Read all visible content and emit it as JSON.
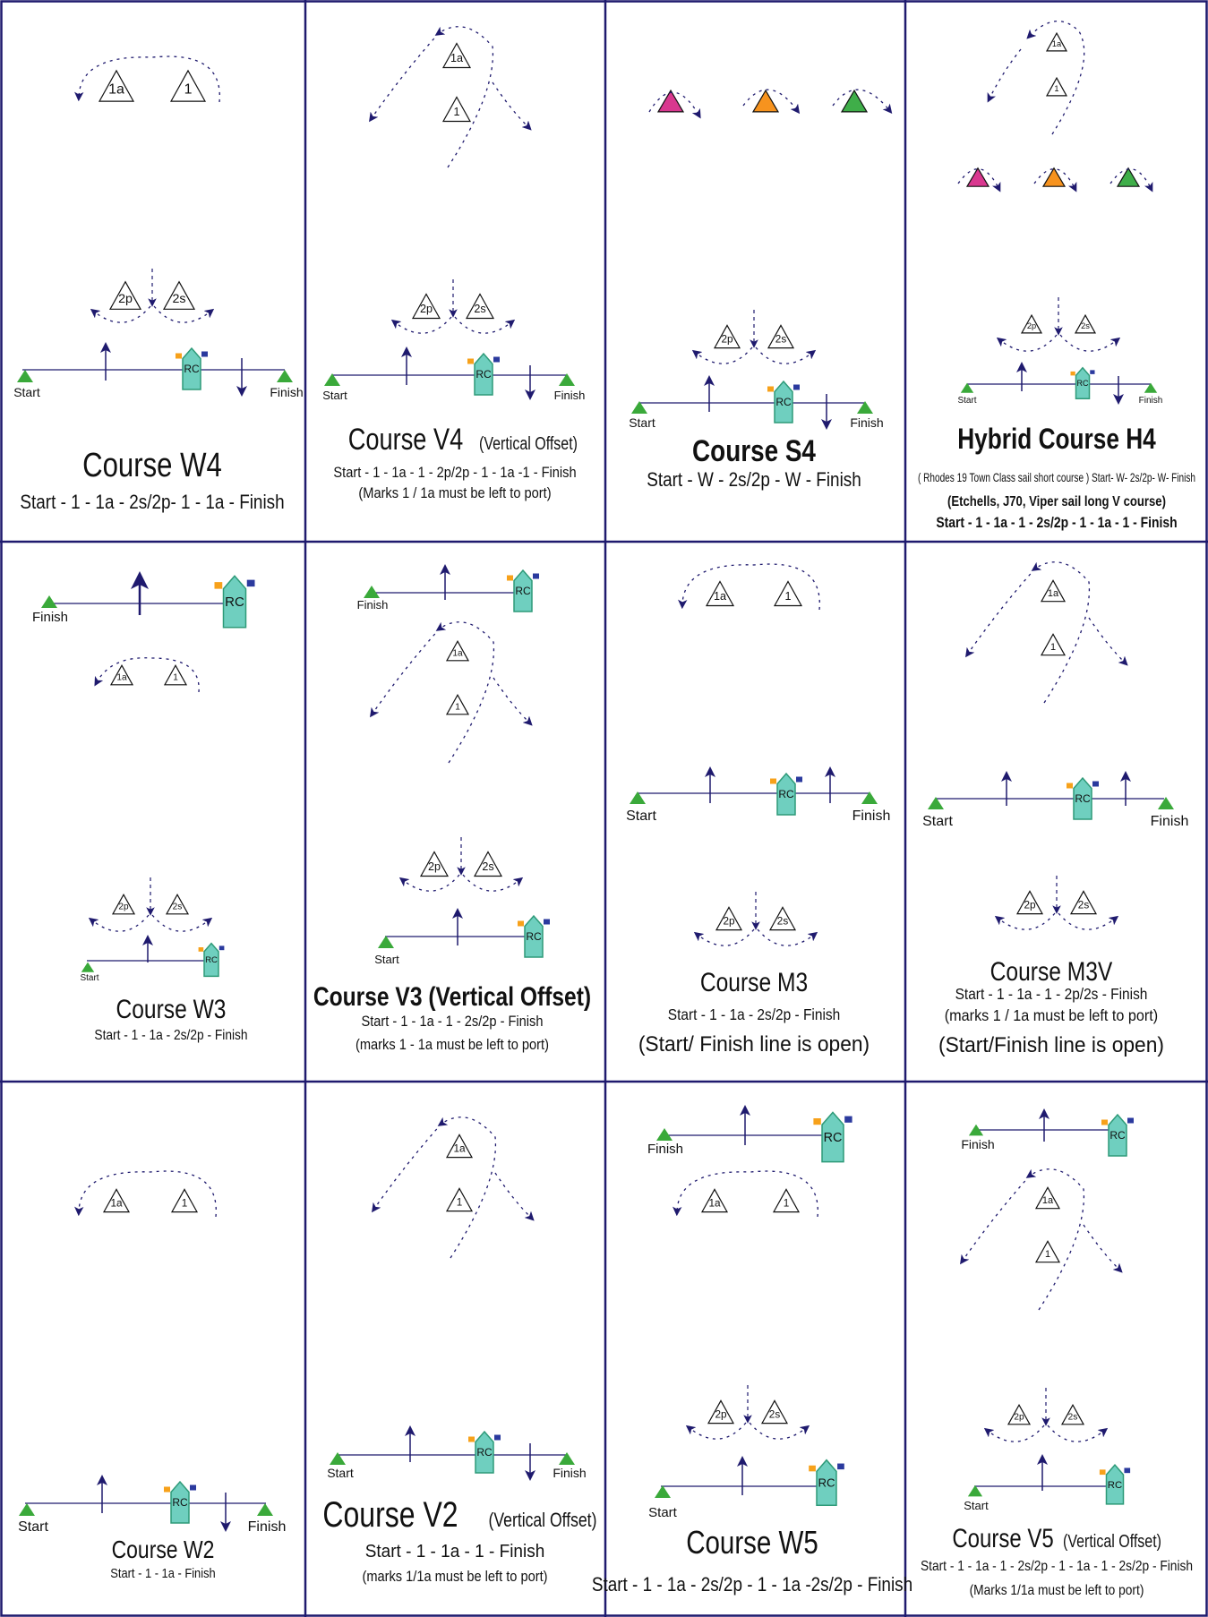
{
  "colors": {
    "border": "#1f1a6e",
    "ink": "#1f1a6e",
    "boat": "#6fcfbf",
    "boat_stroke": "#2e9a78",
    "start": "#3aa93a",
    "flag_orange": "#f7a11a",
    "flag_blue": "#2b3a9e",
    "mark_pink": "#d9388f",
    "mark_orange": "#f7931e",
    "mark_green": "#3fae49"
  },
  "labels": {
    "rc": "RC",
    "start": "Start",
    "finish": "Finish",
    "m1": "1",
    "m1a": "1a",
    "m2p": "2p",
    "m2s": "2s"
  },
  "panels": [
    {
      "id": "w4",
      "title": "Course W4",
      "subtitle": "",
      "lines": [
        "Start - 1 - 1a - 2s/2p- 1 - 1a  - Finish"
      ]
    },
    {
      "id": "v4",
      "title": "Course V4",
      "subtitle": "(Vertical Offset)",
      "lines": [
        "Start - 1 - 1a - 1 - 2p/2p - 1 - 1a  -1 - Finish",
        "(Marks 1 / 1a must be left to port)"
      ]
    },
    {
      "id": "s4",
      "title": "Course S4",
      "subtitle": "",
      "lines": [
        "Start - W - 2s/2p - W - Finish"
      ]
    },
    {
      "id": "h4",
      "title": "Hybrid Course H4",
      "subtitle": "",
      "lines": [
        "( Rhodes 19  Town Class  sail short course ) Start-  W-  2s/2p-  W-  Finish",
        "(Etchells, J70, Viper sail long V course)",
        "Start - 1 - 1a - 1 - 2s/2p  - 1 - 1a - 1 - Finish"
      ]
    },
    {
      "id": "w3",
      "title": "Course W3",
      "subtitle": "",
      "lines": [
        "Start - 1 - 1a - 2s/2p - Finish"
      ]
    },
    {
      "id": "v3",
      "title": "Course V3 (Vertical Offset)",
      "subtitle": "",
      "lines": [
        "Start - 1 - 1a - 1 - 2s/2p - Finish",
        "(marks 1 - 1a must be left to port)"
      ]
    },
    {
      "id": "m3",
      "title": "Course M3",
      "subtitle": "",
      "lines": [
        "Start - 1 - 1a - 2s/2p - Finish",
        "(Start/ Finish line is open)"
      ]
    },
    {
      "id": "m3v",
      "title": "Course M3V",
      "subtitle": "",
      "lines": [
        "Start - 1 - 1a - 1 - 2p/2s - Finish",
        "(marks 1 / 1a must be  left to port)",
        "(Start/Finish line is open)"
      ]
    },
    {
      "id": "w2",
      "title": "Course W2",
      "subtitle": "",
      "lines": [
        "Start - 1 - 1a - Finish"
      ]
    },
    {
      "id": "v2",
      "title": "Course V2",
      "subtitle": "(Vertical Offset)",
      "lines": [
        "Start - 1 - 1a - 1 - Finish",
        "(marks 1/1a must be left to port)"
      ]
    },
    {
      "id": "w5",
      "title": "Course W5",
      "subtitle": "",
      "lines": [
        "Start - 1 - 1a - 2s/2p - 1 - 1a -2s/2p - Finish"
      ]
    },
    {
      "id": "v5",
      "title": "Course V5",
      "subtitle": "(Vertical Offset)",
      "lines": [
        "Start - 1 - 1a - 1 - 2s/2p - 1 - 1a - 1 - 2s/2p  - Finish",
        "(Marks 1/1a must be left to port)"
      ]
    }
  ]
}
